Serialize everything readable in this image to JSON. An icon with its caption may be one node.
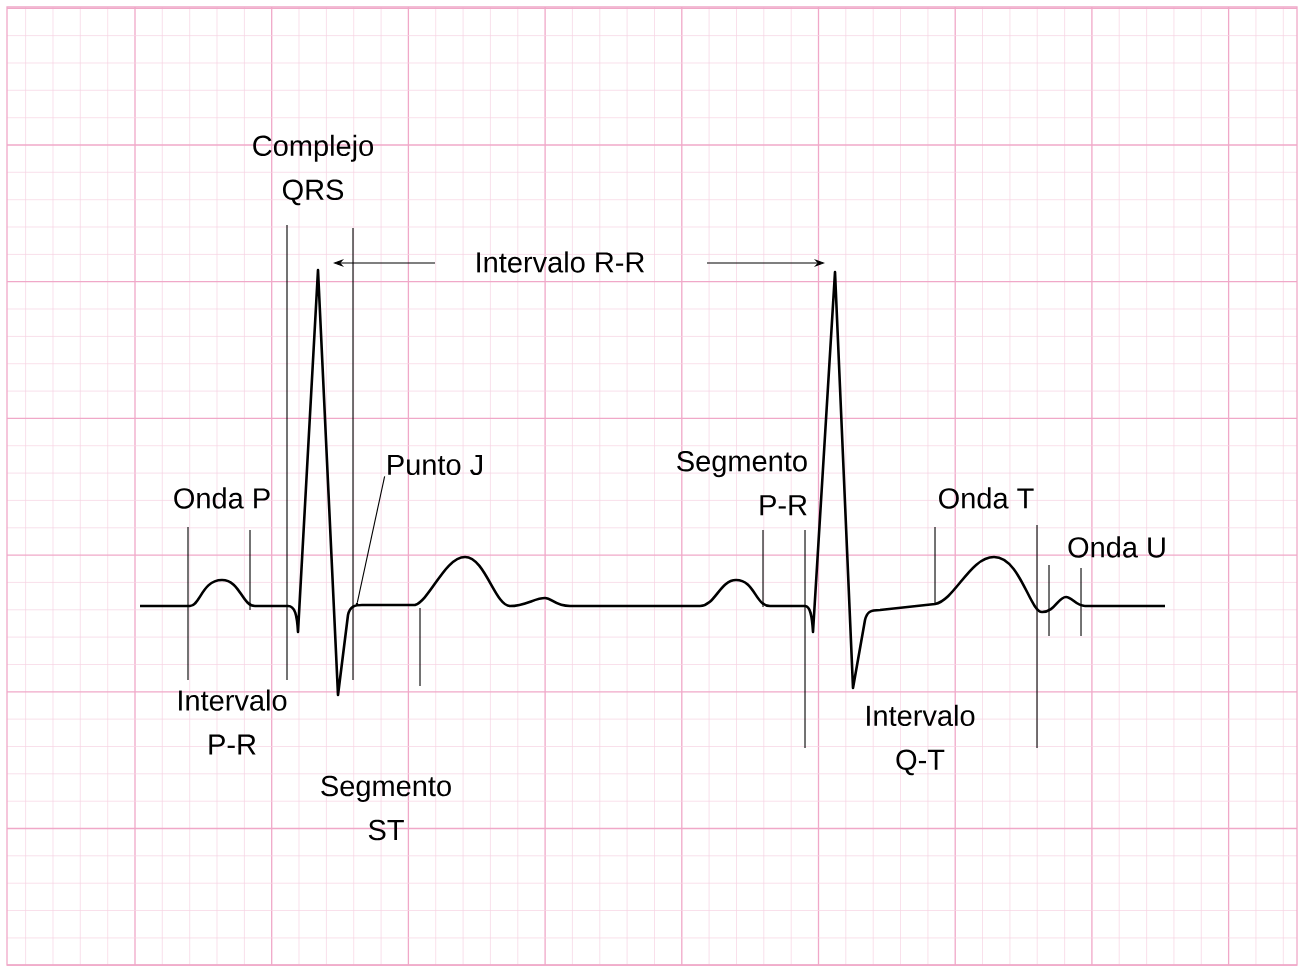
{
  "diagram": {
    "nodes": [
      {
        "text": [
          "Punto J"
        ]
      },
      {
        "text": [],
        "shape": "point"
      }
    ],
    "edges": [
      {
        "from": 0,
        "to": 1,
        "arrow": "none"
      }
    ],
    "labels": [
      "Complejo QRS",
      "Intervalo R-R",
      "Segmento P-R",
      "Onda P",
      "Onda T",
      "Onda U",
      "Intervalo P-R",
      "Intervalo Q-T",
      "Segmento ST"
    ]
  }
}
